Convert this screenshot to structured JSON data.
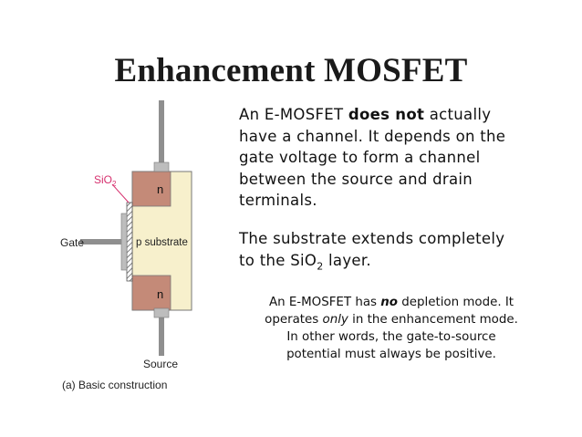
{
  "slide": {
    "title": "Enhancement MOSFET"
  },
  "paragraph1": {
    "line1_pre": "An E-MOSFET ",
    "line1_bold": "does not",
    "line1_post": " actually",
    "line2": "have a channel. It depends on the",
    "line3": "gate voltage to form a channel",
    "line4": "between the source and drain",
    "line5": "terminals."
  },
  "paragraph2": {
    "line1": "The substrate extends completely",
    "line2_pre": "to the SiO",
    "line2_sub": "2",
    "line2_post": " layer."
  },
  "note": {
    "line1_pre": "An E-MOSFET has ",
    "line1_emph": "no",
    "line1_post": " depletion mode. It",
    "line2_pre": "operates ",
    "line2_emph": "only",
    "line2_post": " in the enhancement mode.",
    "line3": "In other words, the gate-to-source",
    "line4": "potential must always be positive."
  },
  "diagram": {
    "sio2_label": "SiO",
    "sio2_sub": "2",
    "gate_label": "Gate",
    "substrate_label": "p substrate",
    "drain_region_label": "n",
    "source_region_label": "n",
    "source_label": "Source",
    "caption": "(a) Basic construction",
    "colors": {
      "substrate": "#f7f0cc",
      "n_region": "#c48a78",
      "lead": "#8f8f8f",
      "sio2_text": "#d6306e"
    }
  }
}
